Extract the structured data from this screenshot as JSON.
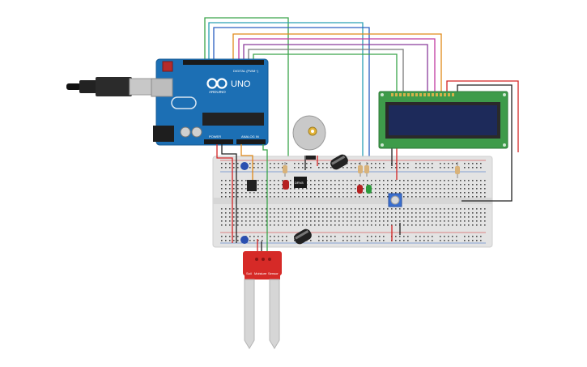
{
  "arduino": {
    "logo_text": "UNO",
    "brand_text": "ARDUINO",
    "digital_header": "DIGITAL (PWM~)",
    "power_header": "POWER",
    "analog_header": "ANALOG IN"
  },
  "ic_label": "DRV8",
  "sensor": {
    "label_left": "Soil",
    "label_mid": "Moisture",
    "label_right": "Sensor"
  },
  "colors": {
    "board": "#1c6fb4",
    "breadboard": "#e3e3e3",
    "lcd_frame": "#3e9b4a",
    "lcd_screen": "#1d2a5a",
    "sensor": "#d62a27",
    "wire_green": "#3aa44a",
    "wire_teal": "#2aa0b5",
    "wire_blue": "#2a5fc0",
    "wire_orange": "#e08a1a",
    "wire_purple": "#8a3c9c",
    "wire_pink": "#c03aa0",
    "wire_red": "#d32424",
    "wire_black": "#222222"
  }
}
